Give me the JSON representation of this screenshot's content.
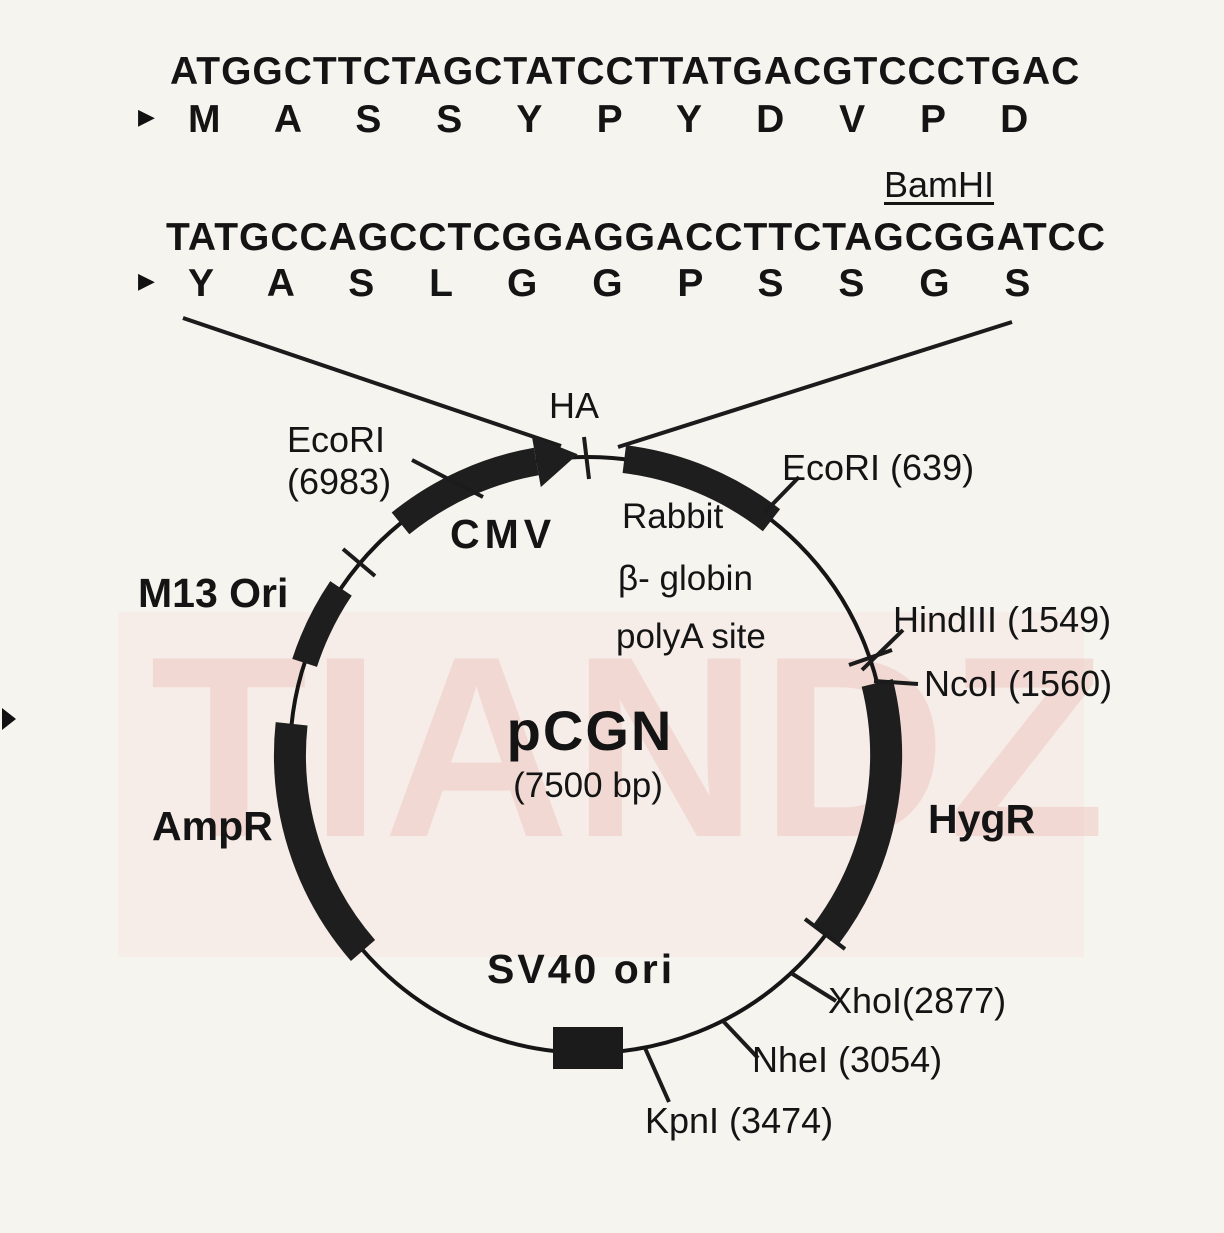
{
  "figure": {
    "watermark": "TIANDZ",
    "sequence": {
      "frame_arrow_glyph": "▶",
      "dna_line1": "ATGGCTTCTAGCTATCCTTATGACGTCCCTGAC",
      "aa_line1": "M A S S Y P Y D V P D",
      "bamhi_label": "BamHI",
      "dna_line2": "TATGCCAGCCTCGGAGGACCTTCTAGCGGATCC",
      "aa_line2": "Y A S L G G P S S G S"
    },
    "plasmid": {
      "name": "pCGN",
      "size_label": "(7500 bp)",
      "ha_label": "HA",
      "cmv_label": "CMV",
      "m13_label": "M13 Ori",
      "ampr_label": "AmpR",
      "sv40_label": "SV40 ori",
      "hygr_label": "HygR",
      "polya_line1": "Rabbit",
      "polya_line2": "β- globin",
      "polya_line3": "polyA site",
      "sites": {
        "ecori_left_name": "EcoRI",
        "ecori_left_pos": "(6983)",
        "ecori_right": "EcoRI (639)",
        "hindiii": "HindIII (1549)",
        "ncoi": "NcoI (1560)",
        "xhoi": "XhoI(2877)",
        "nhei": "NheI (3054)",
        "kpni": "KpnI (3474)"
      }
    }
  }
}
